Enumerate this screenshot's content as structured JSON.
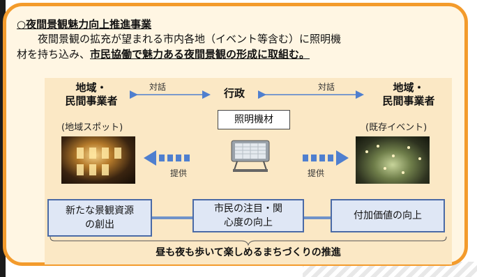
{
  "heading": "○夜間景観魅力向上推進事業",
  "description": {
    "line1": "夜間景観の拡充が望まれる市内各地（イベント等含む）に照明機",
    "line2_plain": "材を持ち込み、",
    "line2_bold": "市民協働で魅力ある夜間景観の形成に取組む。"
  },
  "diagram": {
    "actors": {
      "left": [
        "地域・",
        "民間事業者"
      ],
      "center": "行政",
      "right": [
        "地域・",
        "民間事業者"
      ]
    },
    "dialogue_label": "対話",
    "spot_left": "(地域スポット)",
    "spot_right": "(既存イベント)",
    "equipment": "照明機材",
    "provide_label": "提供",
    "results": [
      [
        "新たな景観資源",
        "の創出"
      ],
      [
        "市民の注目・関",
        "心度の向上"
      ],
      [
        "付加価値の向上"
      ]
    ],
    "slogan": "昼も夜も歩いて楽しめるまちづくりの推進"
  },
  "colors": {
    "panel_border": "#f39b2c",
    "panel_fill": "#fff6e3",
    "diagram_fill": "#fbe8c5",
    "arrow_blue": "#4f7fcf",
    "box_border": "#4a6aa6",
    "box_fill": "#dfe7f5"
  }
}
